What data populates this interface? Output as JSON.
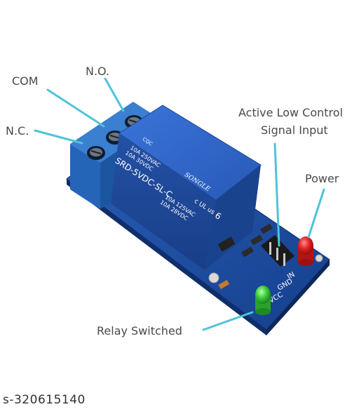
{
  "labels": {
    "com": "COM",
    "no": "N.O.",
    "nc": "N.C.",
    "active_low_line1": "Active Low Control",
    "active_low_line2": "Signal Input",
    "power": "Power",
    "relay_switched": "Relay Switched"
  },
  "relay_markings": {
    "brand": "SONGLE",
    "model": "SRD-5VDC-SL-C",
    "rating_a1": "10A  250VAC",
    "rating_a2": "10A  30VDC",
    "rating_b1": "10A  125VAC",
    "rating_b2": "10A  28VDC",
    "cert": "CQC",
    "ul": "c UL us",
    "number": "6"
  },
  "pin_labels": {
    "in": "IN",
    "gnd": "GND",
    "vcc": "VCC"
  },
  "watermark": "s-320615140",
  "colors": {
    "pcb": "#1f4fa6",
    "relay": "#2f66c9",
    "terminal": "#2565b8",
    "callout_line": "#4fc3d9",
    "led_red": "#e01f1f",
    "led_green": "#38c93a"
  }
}
